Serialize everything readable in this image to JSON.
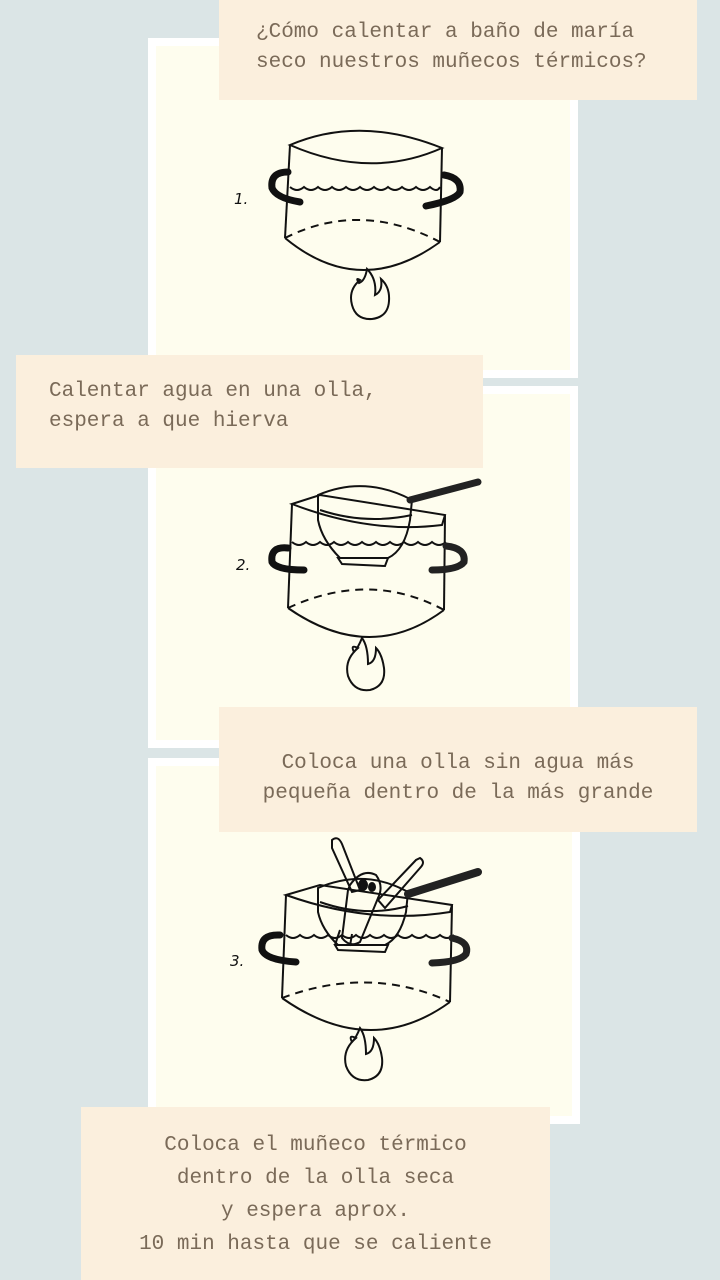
{
  "title": {
    "lines": [
      "¿Cómo calentar a baño de maría",
      "seco nuestros muñecos térmicos?"
    ]
  },
  "steps": [
    {
      "number": "1.",
      "icon": "pot-with-water-on-flame",
      "caption_lines": [
        "Calentar agua en una olla,",
        "espera a que hierva"
      ]
    },
    {
      "number": "2.",
      "icon": "small-pot-inside-big-pot-on-flame",
      "caption_lines": [
        "Coloca una olla sin agua más",
        "pequeña dentro de la más grande"
      ]
    },
    {
      "number": "3.",
      "icon": "thermal-doll-in-pot-on-flame",
      "caption_lines": [
        "Coloca el muñeco térmico",
        "dentro de la olla seca",
        "y espera aprox.",
        "10 min hasta que se caliente"
      ]
    }
  ],
  "colors": {
    "background": "#dbe5e6",
    "card_border": "#ffffff",
    "card_fill": "#fefdee",
    "label_fill": "#fbefdd",
    "text": "#7a6a58",
    "ink": "#111111"
  }
}
